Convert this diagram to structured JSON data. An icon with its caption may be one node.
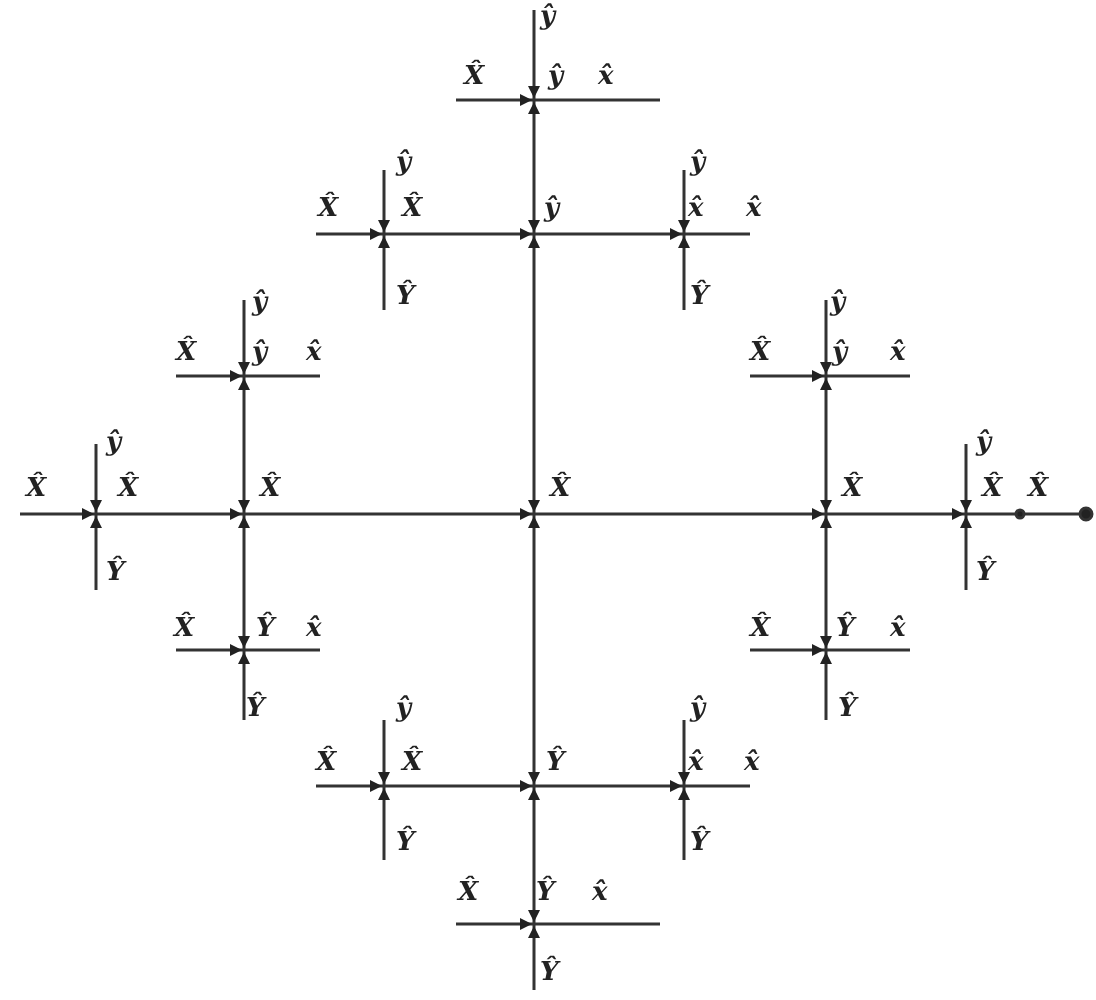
{
  "diagram": {
    "labels": [
      "ŷ",
      "X̂",
      "ŷ",
      "x̂",
      "ŷ",
      "ŷ",
      "X̂",
      "X̂",
      "ŷ",
      "x̂",
      "x̂",
      "Ŷ",
      "Ŷ",
      "ŷ",
      "ŷ",
      "X̂",
      "ŷ",
      "x̂",
      "X̂",
      "ŷ",
      "x̂",
      "ŷ",
      "ŷ",
      "X̂",
      "X̂",
      "X̂",
      "X̂",
      "X̂",
      "X̂",
      "X̂",
      "Ŷ",
      "Ŷ",
      "X̂",
      "Ŷ",
      "x̂",
      "X̂",
      "Ŷ",
      "x̂",
      "Ŷ",
      "ŷ",
      "ŷ",
      "Ŷ",
      "X̂",
      "X̂",
      "Ŷ",
      "x̂",
      "x̂",
      "Ŷ",
      "Ŷ",
      "X̂",
      "Ŷ",
      "x̂",
      "Ŷ"
    ]
  }
}
